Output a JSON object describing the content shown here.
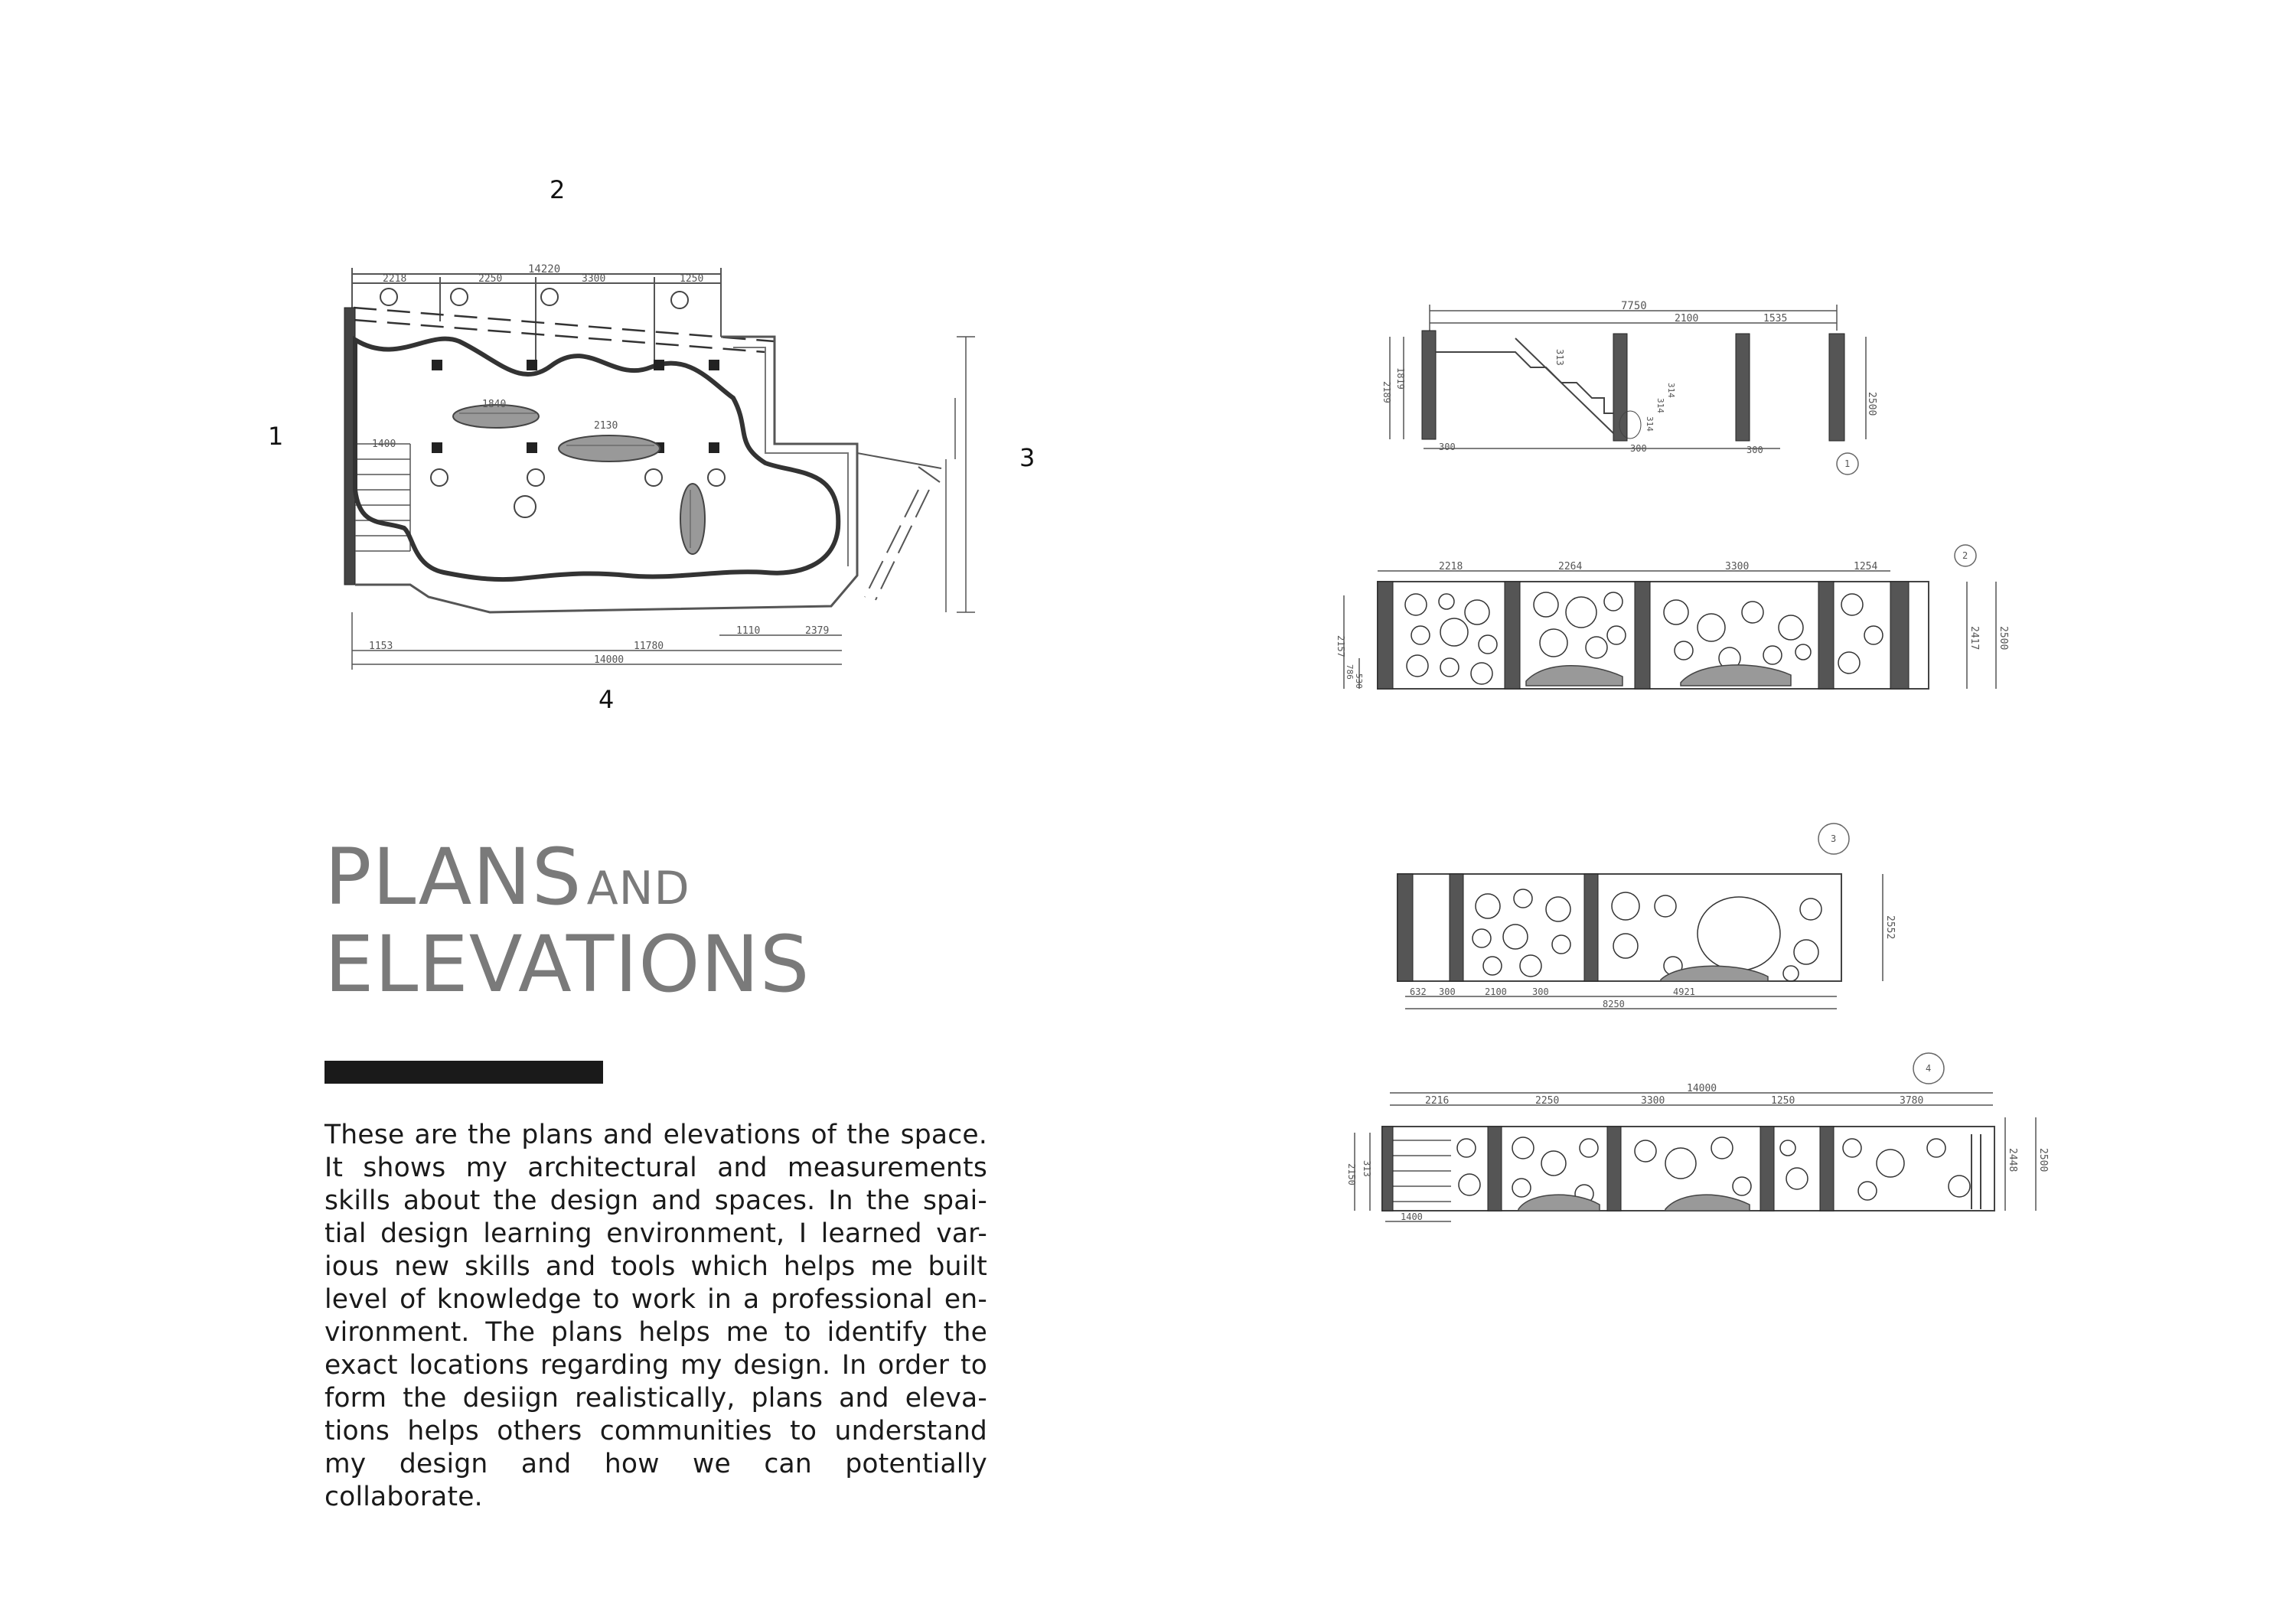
{
  "plan": {
    "labels": {
      "top": "2",
      "left": "1",
      "right": "3",
      "bottom": "4"
    },
    "dims": {
      "overall_top": "14220",
      "top_segments": [
        "2218",
        "2250",
        "3300",
        "1250"
      ],
      "inner_1": "1840",
      "inner_2": "2130",
      "left": "1400",
      "bottom_1": "1153",
      "bottom_2": "11780",
      "bottom_3": "1110",
      "bottom_4": "2379",
      "overall_bottom": "14000"
    }
  },
  "elevations": {
    "e1": {
      "marker": "1",
      "dims": {
        "overall": "7750",
        "seg_2100": "2100",
        "seg_1535": "1535",
        "height": "2500",
        "left_1": "2189",
        "left_2": "1819",
        "left_3": "313",
        "s1": "300",
        "s2": "300",
        "s3": "300",
        "d1": "314",
        "d2": "314",
        "d3": "314"
      }
    },
    "e2": {
      "marker": "2",
      "dims": {
        "seg_a": "2218",
        "seg_b": "2264",
        "seg_c": "3300",
        "seg_d": "1254",
        "height_a": "2417",
        "height_b": "2500",
        "left_a": "2157",
        "left_b": "786",
        "left_c": "530"
      }
    },
    "e3": {
      "marker": "3",
      "dims": {
        "height": "2552",
        "s1": "632",
        "s2": "300",
        "s3": "2100",
        "s4": "300",
        "s5": "4921",
        "overall": "8250"
      }
    },
    "e4": {
      "marker": "4",
      "dims": {
        "overall": "14000",
        "seg_a": "2216",
        "seg_b": "2250",
        "seg_c": "3300",
        "seg_d": "1250",
        "seg_e": "3780",
        "height_a": "2448",
        "height_b": "2500",
        "left_a": "2150",
        "left_b": "313",
        "bottom": "1400"
      }
    }
  },
  "heading": {
    "line1_big": "PLANS",
    "line1_small": "AND",
    "line2": "ELEVATIONS"
  },
  "description": "These are the plans and elevations of the space. It shows my architectural and measurements skills about the design and spaces. In the spai-tial design learning environment, I learned var-ious new skills and tools which helps me built level of knowledge to work in a professional en-vironment. The plans helps me to identify the exact locations regarding my design. In order to form the desiign realistically,  plans and eleva-tions helps others communities to understand my design and how we can potentially collaborate."
}
